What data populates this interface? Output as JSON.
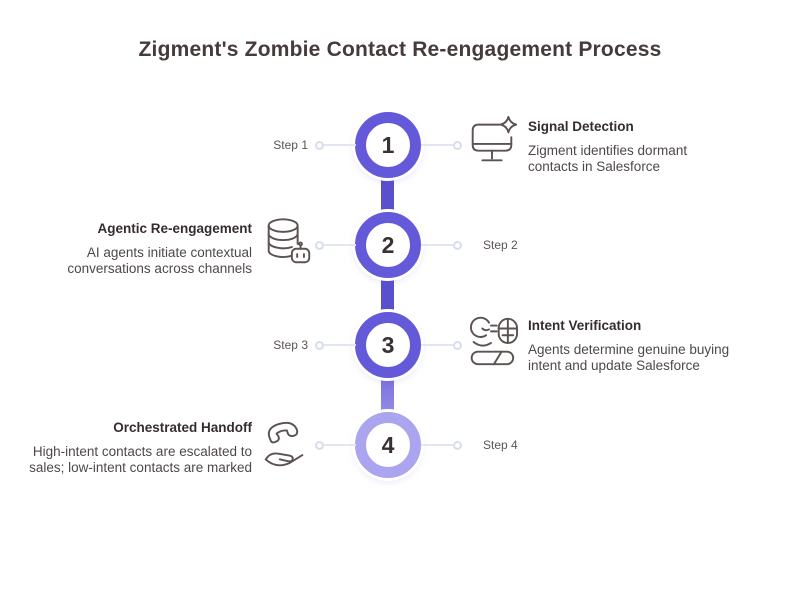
{
  "title": "Zigment's Zombie Contact Re-engagement Process",
  "colors": {
    "ring_primary": "#6459D8",
    "ring_light": "#ABA4EE",
    "timeline_bar": "#5A50CE",
    "connector_line": "#E2E5F3",
    "title_text": "#463B3B",
    "heading_text": "#352D2D",
    "body_text": "#4F4848",
    "icon_stroke": "#5C5252"
  },
  "steps": [
    {
      "number": "1",
      "label": "Step 1",
      "heading": "Signal Detection",
      "description": "Zigment identifies dormant contacts in Salesforce",
      "side": "right",
      "icon": "monitor-sparkle-icon"
    },
    {
      "number": "2",
      "label": "Step 2",
      "heading": "Agentic Re-engagement",
      "description": "AI agents initiate contextual conversations across channels",
      "side": "left",
      "icon": "database-robot-icon"
    },
    {
      "number": "3",
      "label": "Step 3",
      "heading": "Intent Verification",
      "description": "Agents determine genuine buying intent and update Salesforce",
      "side": "right",
      "icon": "face-globe-toggle-icon"
    },
    {
      "number": "4",
      "label": "Step 4",
      "heading": "Orchestrated Handoff",
      "description": "High-intent contacts are escalated to sales; low-intent contacts are marked",
      "side": "left",
      "icon": "phone-hand-icon"
    }
  ]
}
